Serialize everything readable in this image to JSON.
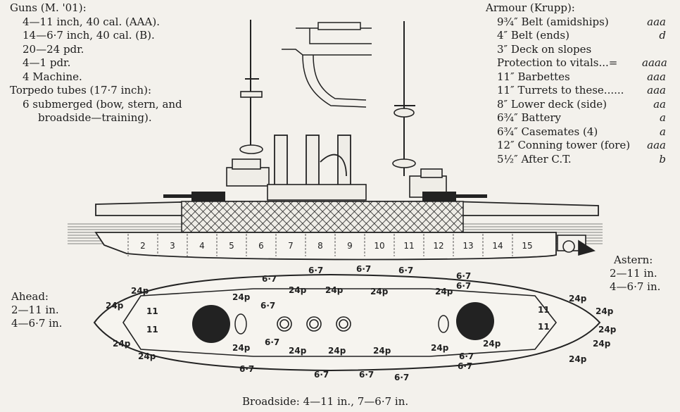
{
  "guns": {
    "title": "Guns (M. '01):",
    "lines": [
      "4—11 inch, 40 cal. (AAA).",
      "14—6·7 inch, 40 cal. (B).",
      "20—24 pdr.",
      "4—1 pdr.",
      "4 Machine."
    ],
    "torpedo_title": "Torpedo tubes (17·7 inch):",
    "torpedo_lines": [
      "6 submerged (bow, stern, and",
      "broadside—training)."
    ]
  },
  "armour": {
    "title": "Armour (Krupp):",
    "rows": [
      {
        "item": "9¾″ Belt (amidships)",
        "grade": "aaa"
      },
      {
        "item": "4″ Belt (ends)",
        "grade": "d"
      },
      {
        "item": "3″ Deck on slopes",
        "grade": ""
      },
      {
        "item": "Protection to vitals...=",
        "grade": "aaaa"
      },
      {
        "item": "11″ Barbettes",
        "grade": "aaa"
      },
      {
        "item": "11″ Turrets to these......",
        "grade": "aaa"
      },
      {
        "item": "8″ Lower deck (side)",
        "grade": "aa"
      },
      {
        "item": "6¾″ Battery",
        "grade": "a"
      },
      {
        "item": "6¾″ Casemates (4)",
        "grade": "a"
      },
      {
        "item": "12″ Conning tower (fore)",
        "grade": "aaa"
      },
      {
        "item": "5½″ After C.T.",
        "grade": "b"
      }
    ]
  },
  "hull_sections": [
    "2",
    "3",
    "4",
    "5",
    "6",
    "7",
    "8",
    "9",
    "10",
    "11",
    "12",
    "13",
    "14",
    "15"
  ],
  "ahead": {
    "title": "Ahead:",
    "lines": [
      "2—11 in.",
      "4—6·7 in."
    ]
  },
  "astern": {
    "title": "Astern:",
    "lines": [
      "2—11 in.",
      "4—6·7 in."
    ]
  },
  "plan_labels": {
    "pdr24": "24p",
    "gun67": "6·7",
    "gun11": "11"
  },
  "broadside": "Broadside: 4—11 in., 7—6·7 in."
}
